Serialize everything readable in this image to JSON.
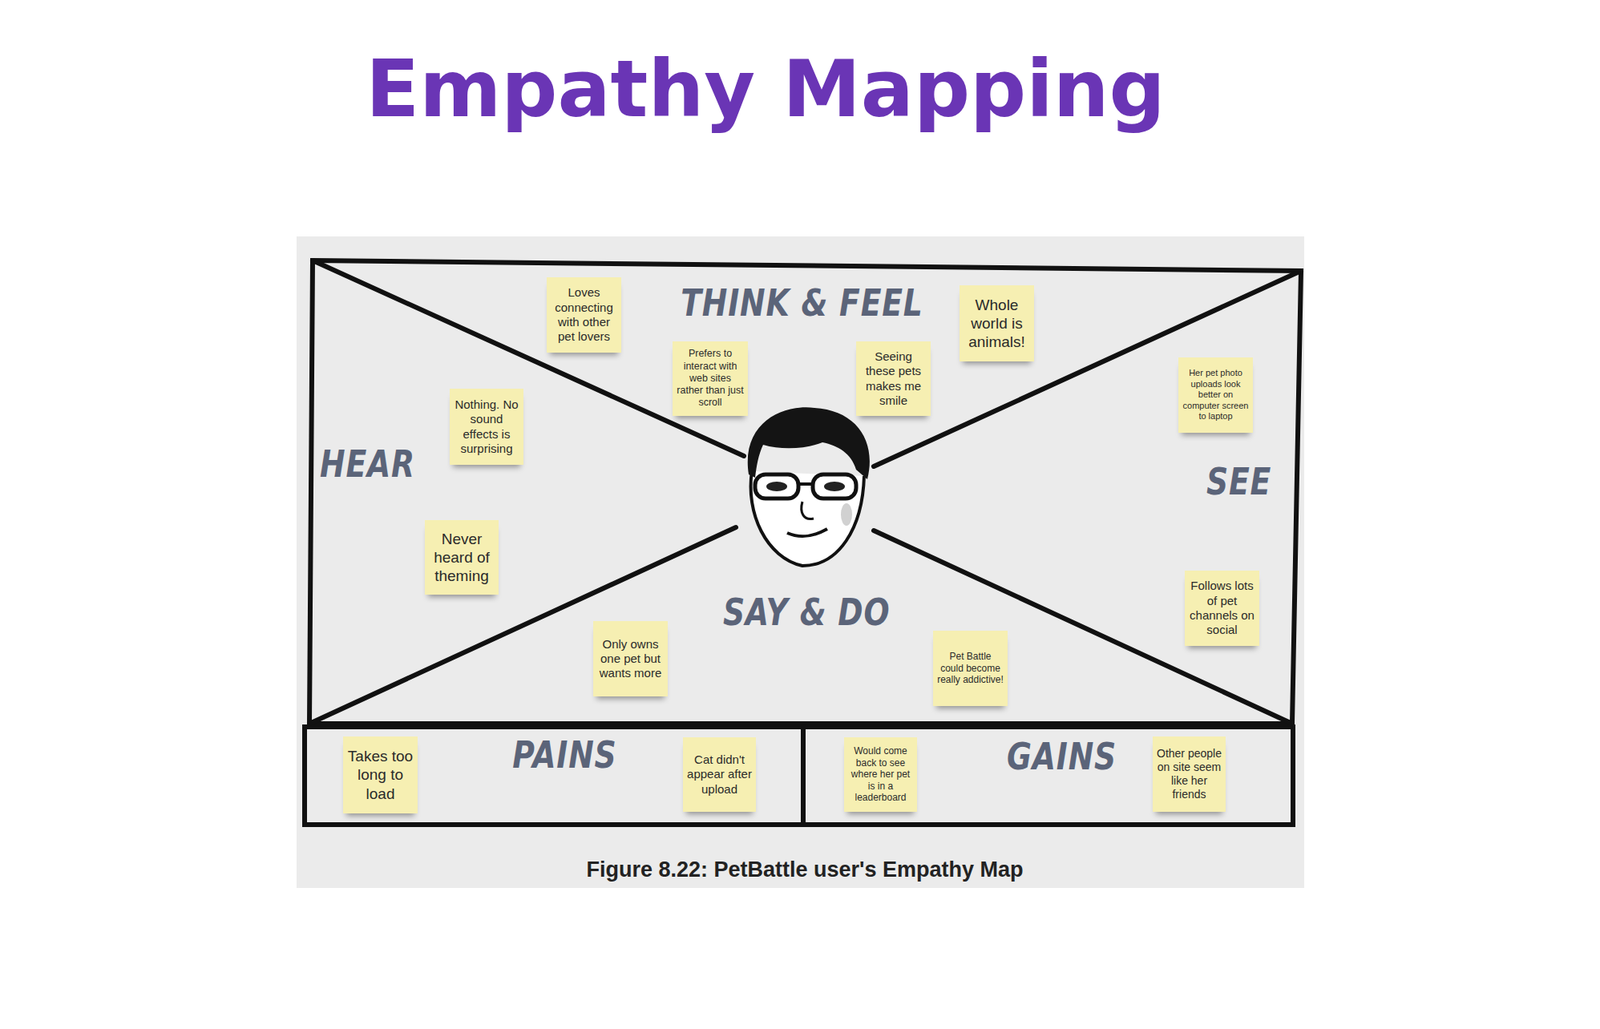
{
  "diagram": {
    "title": "Empathy Mapping",
    "caption": "Figure 8.22: PetBattle user's Empathy Map",
    "nodes": [
      {
        "text": [
          "THINK & FEEL"
        ]
      },
      {
        "text": [
          "Loves connecting with other pet lovers"
        ],
        "in": 0
      },
      {
        "text": [
          "Prefers to interact with web sites rather than just scroll"
        ],
        "in": 0
      },
      {
        "text": [
          "Seeing these pets makes me smile"
        ],
        "in": 0
      },
      {
        "text": [
          "Whole world is animals!"
        ],
        "in": 0
      },
      {
        "text": [
          "HEAR"
        ]
      },
      {
        "text": [
          "Nothing. No sound effects is surprising"
        ],
        "in": 5
      },
      {
        "text": [
          "Never heard of theming"
        ],
        "in": 5
      },
      {
        "text": [
          "SEE"
        ]
      },
      {
        "text": [
          "Her pet photo uploads look better on computer screen to laptop"
        ],
        "in": 8
      },
      {
        "text": [
          "Follows lots of pet channels on social"
        ],
        "in": 8
      },
      {
        "text": [
          "SAY & DO"
        ]
      },
      {
        "text": [
          "Only owns one pet but wants more"
        ],
        "in": 11
      },
      {
        "text": [
          "Pet Battle could become really addictive!"
        ],
        "in": 11
      },
      {
        "text": [
          "PAINS"
        ]
      },
      {
        "text": [
          "Takes too long to load"
        ],
        "in": 14
      },
      {
        "text": [
          "Cat didn't appear after upload"
        ],
        "in": 14
      },
      {
        "text": [
          "GAINS"
        ]
      },
      {
        "text": [
          "Would come back to see where her pet is in a leaderboard"
        ],
        "in": 17
      },
      {
        "text": [
          "Other people on site seem like her friends"
        ],
        "in": 17
      }
    ]
  }
}
